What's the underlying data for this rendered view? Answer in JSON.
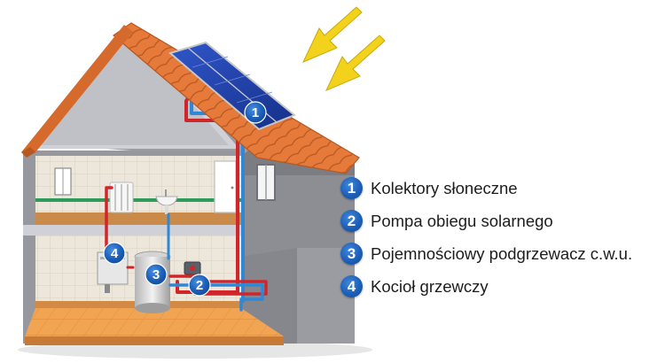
{
  "markers": [
    {
      "num": "1"
    },
    {
      "num": "2"
    },
    {
      "num": "3"
    },
    {
      "num": "4"
    }
  ],
  "legend": [
    {
      "num": "1",
      "label": "Kolektory słoneczne"
    },
    {
      "num": "2",
      "label": "Pompa obiegu solarnego"
    },
    {
      "num": "3",
      "label": "Pojemnościowy podgrzewacz c.w.u."
    },
    {
      "num": "4",
      "label": "Kocioł grzewczy"
    }
  ],
  "colors": {
    "roof": "#e0773a",
    "wall": "#8f9198",
    "pipe_hot": "#d0262b",
    "pipe_cold": "#2f88d6",
    "marker": "#1d5fb8",
    "sun_arrow": "#f2d21a"
  },
  "icons": [
    "sun-arrow-icon",
    "solar-panel-icon",
    "radiator-icon",
    "sink-icon",
    "boiler-icon",
    "tank-icon",
    "pump-icon"
  ]
}
